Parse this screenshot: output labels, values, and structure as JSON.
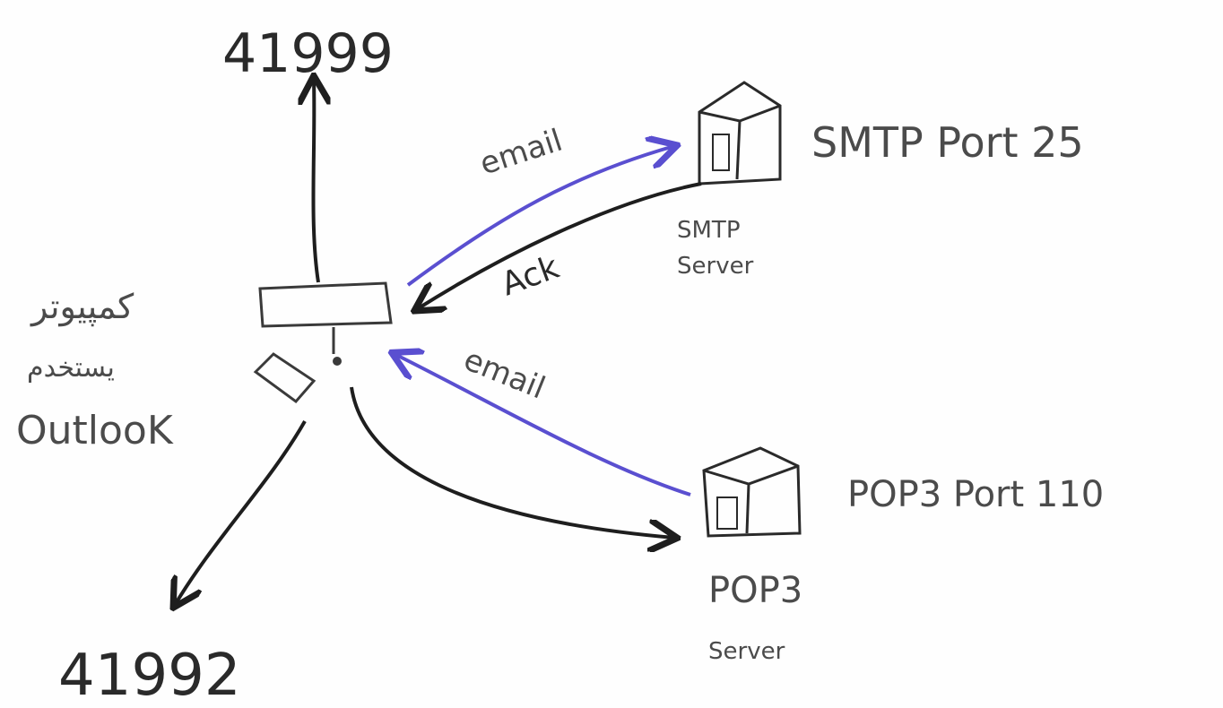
{
  "diagram": {
    "port_top": "41999",
    "port_bottom": "41992",
    "client_label_line1": "کمپیوتر",
    "client_label_line2": "یستخدم",
    "client_label_line3": "OutlooK",
    "smtp_title": "SMTP Port 25",
    "smtp_server_line1": "SMTP",
    "smtp_server_line2": "Server",
    "pop3_title": "POP3 Port 110",
    "pop3_server_line1": "POP3",
    "pop3_server_line2": "Server",
    "edge_email_out": "email",
    "edge_ack": "Ack",
    "edge_email_in": "email"
  },
  "colors": {
    "ink": "#2a2a2a",
    "pencil": "#4b4b4b",
    "blue_arrow": "#5a4fd0"
  }
}
